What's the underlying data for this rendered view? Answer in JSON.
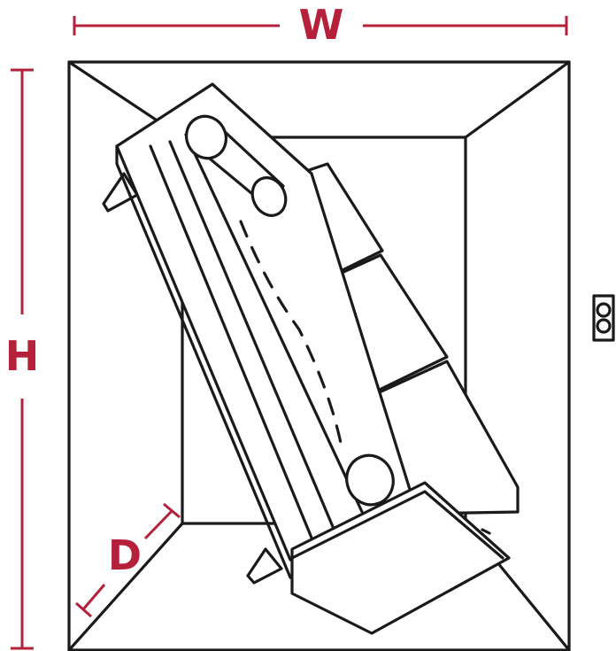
{
  "labels": {
    "width": "W",
    "height": "H",
    "depth": "D"
  },
  "colors": {
    "dimension": "#b5213a",
    "outline": "#1a1a1a",
    "background": "#ffffff"
  },
  "icons": {
    "outlet": "outlet-icon"
  }
}
